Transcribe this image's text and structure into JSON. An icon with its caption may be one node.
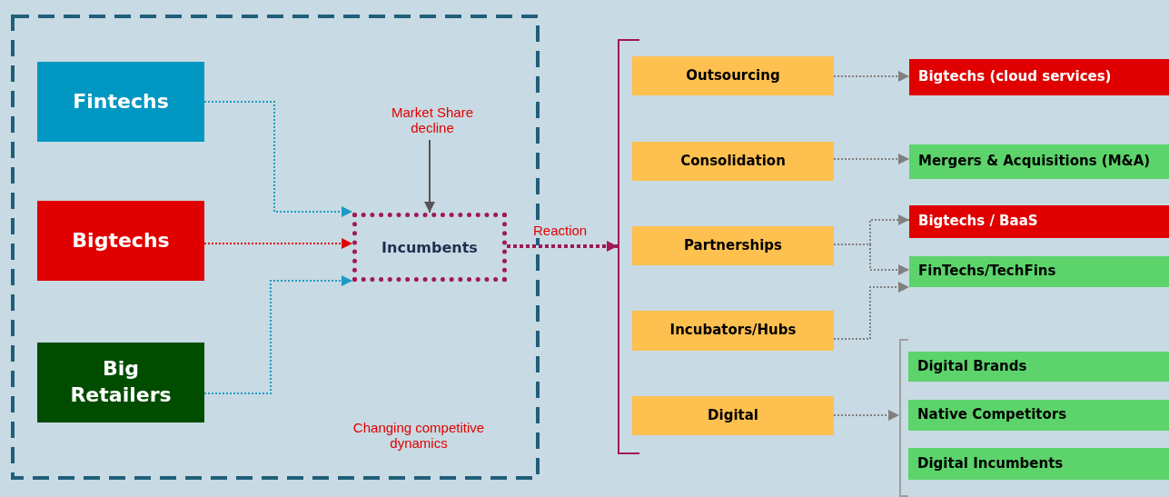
{
  "diagram": {
    "nodes": [
      {
        "text": [
          "Changing competitive dynamics"
        ]
      },
      {
        "text": [
          "Fintechs"
        ],
        "in": 0
      },
      {
        "text": [
          "Bigtechs"
        ],
        "in": 0
      },
      {
        "text": [
          "Big Retailers"
        ],
        "in": 0
      },
      {
        "text": [
          "Market Share decline"
        ],
        "in": 0
      },
      {
        "text": [
          "Incumbents"
        ],
        "in": 0
      },
      {
        "text": [],
        "shape": "bar"
      },
      {
        "text": [
          "Outsourcing"
        ]
      },
      {
        "text": [
          "Consolidation"
        ]
      },
      {
        "text": [
          "Partnerships"
        ]
      },
      {
        "text": [
          "Incubators/Hubs"
        ]
      },
      {
        "text": [
          "Digital"
        ]
      },
      {
        "text": [
          "Bigtechs (cloud services)"
        ]
      },
      {
        "text": [
          "Mergers & Acquisitions (M&A)"
        ]
      },
      {
        "text": [
          "Bigtechs / BaaS"
        ]
      },
      {
        "text": [
          "FinTechs/TechFins"
        ]
      },
      {
        "text": [],
        "shape": "bar"
      },
      {
        "text": [
          "Digital Brands"
        ]
      },
      {
        "text": [
          "Native Competitors"
        ]
      },
      {
        "text": [
          "Digital Incumbents"
        ]
      }
    ],
    "edges": [
      {
        "from": 1,
        "to": 5,
        "arrow": "to",
        "style": "dashed",
        "color": "#1a9bc4"
      },
      {
        "from": 2,
        "to": 5,
        "arrow": "to",
        "style": "dashed",
        "color": "#e00000"
      },
      {
        "from": 3,
        "to": 5,
        "arrow": "to",
        "style": "dashed",
        "color": "#1a9bc4"
      },
      {
        "from": 4,
        "to": 5,
        "arrow": "to",
        "color": "#555555"
      },
      {
        "from": 5,
        "to": 6,
        "arrow": "to",
        "style": "dashed",
        "color": "#a0185a",
        "label": "Reaction"
      },
      {
        "from": 7,
        "to": 12,
        "arrow": "to",
        "style": "dashed"
      },
      {
        "from": 8,
        "to": 13,
        "arrow": "to",
        "style": "dashed"
      },
      {
        "from": 9,
        "to": 14,
        "arrow": "to",
        "style": "dashed"
      },
      {
        "from": 9,
        "to": 15,
        "arrow": "to",
        "style": "dashed"
      },
      {
        "from": 10,
        "to": 15,
        "arrow": "to",
        "style": "dashed"
      },
      {
        "from": 11,
        "to": 16,
        "arrow": "to",
        "style": "dashed"
      }
    ]
  }
}
